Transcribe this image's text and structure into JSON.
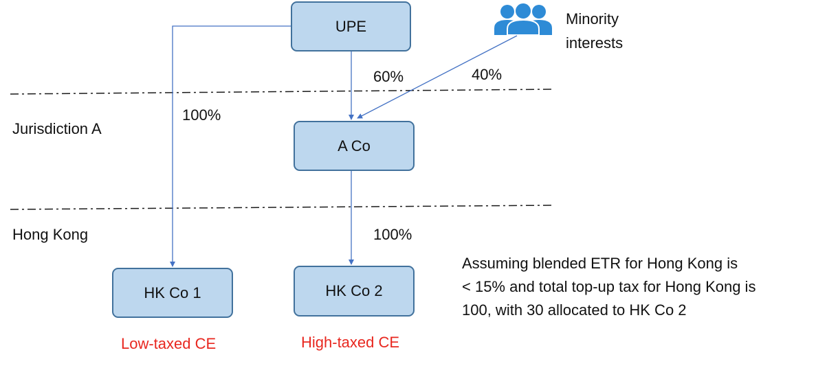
{
  "diagram": {
    "entities": {
      "upe": "UPE",
      "a_co": "A Co",
      "hk_co_1": "HK Co 1",
      "hk_co_2": "HK Co 2"
    },
    "minority": {
      "line1": "Minority",
      "line2": "interests",
      "icon": "people-group-icon"
    },
    "jurisdictions": {
      "a": "Jurisdiction A",
      "hk": "Hong Kong"
    },
    "ownership": {
      "upe_to_a": "60%",
      "minority_to_a": "40%",
      "upe_to_hk1": "100%",
      "a_to_hk2": "100%"
    },
    "labels": {
      "hk1_status": "Low-taxed CE",
      "hk2_status": "High-taxed CE"
    },
    "assumption": {
      "line1": "Assuming blended ETR for Hong Kong is",
      "line2": "< 15% and total top-up tax for Hong Kong is",
      "line3": "100, with 30 allocated to HK Co 2"
    },
    "colors": {
      "box_fill": "#bdd7ee",
      "box_border": "#41719c",
      "arrow": "#4472c4",
      "status_text": "#e8271f",
      "icon": "#2e8bd6"
    }
  }
}
